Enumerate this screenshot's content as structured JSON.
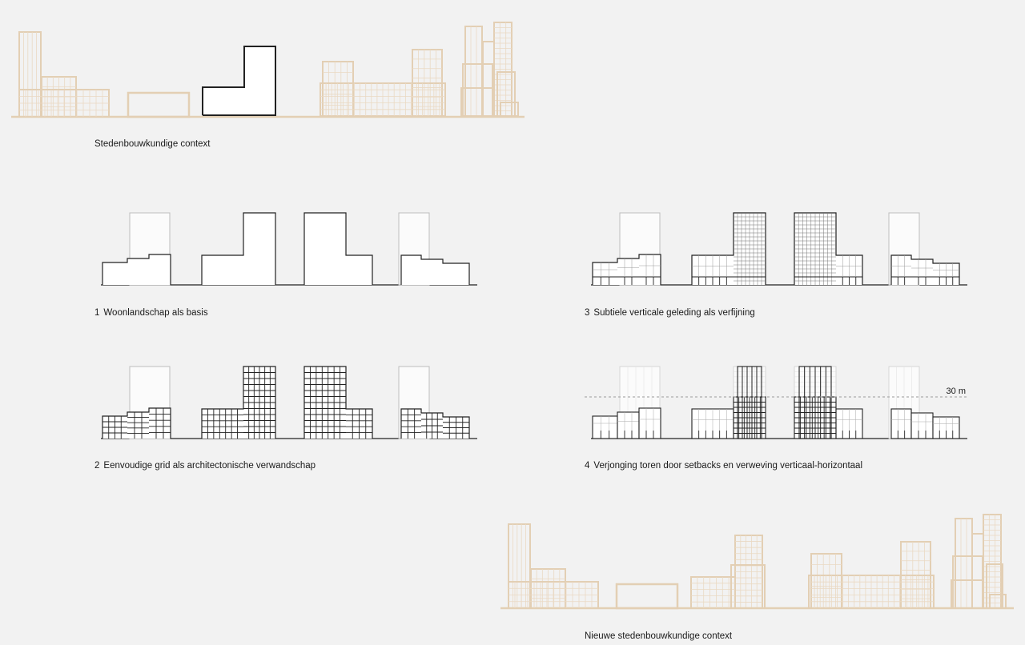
{
  "palette": {
    "background": "#f2f2f2",
    "context_stroke": "#e3cfb4",
    "context_grid": "#ead9c3",
    "ink": "#222222",
    "ghost": "#bdbdbd",
    "dash": "#9a9a9a"
  },
  "captions": {
    "context": "Stedenbouwkundige context",
    "step1": {
      "num": "1",
      "text": "Woonlandschap als basis"
    },
    "step2": {
      "num": "2",
      "text": "Eenvoudige grid als architectonische verwandschap"
    },
    "step3": {
      "num": "3",
      "text": "Subtiele verticale geleding als verfijning"
    },
    "step4": {
      "num": "4",
      "text": "Verjonging toren door setbacks en verweving verticaal-horizontaal"
    },
    "new_context": "Nieuwe stedenbouwkundige context"
  },
  "height_limit_label": "30 m"
}
